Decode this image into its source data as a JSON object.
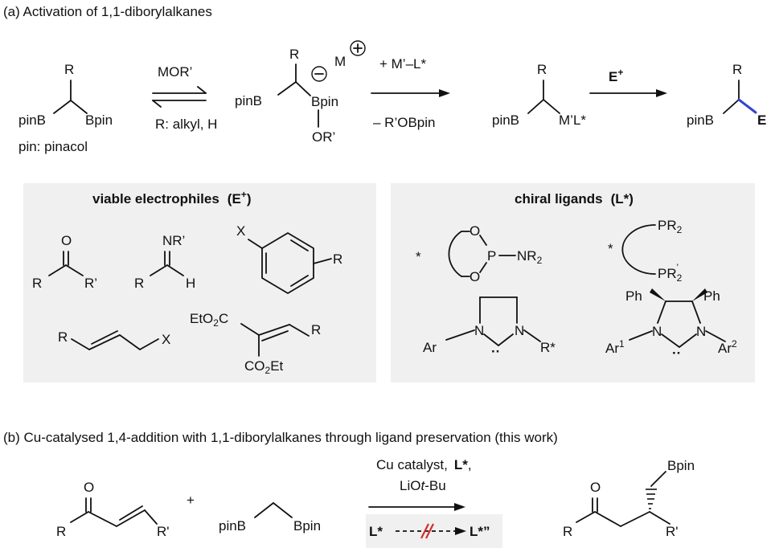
{
  "section_a": {
    "title": "(a) Activation of 1,1-diborylalkanes",
    "substrate": {
      "R": "R",
      "left": "pinB",
      "right": "Bpin",
      "note": "pin: pinacol"
    },
    "step1": {
      "above": "MOR’",
      "below": "R: alkyl, H"
    },
    "ate": {
      "R": "R",
      "left": "pinB",
      "boron": "Bpin",
      "alkoxide": "OR’",
      "minus": "⊖",
      "metal": "M",
      "plus": "⊕"
    },
    "step2": {
      "above": "+ M’–L*",
      "below": "– R’OBpin"
    },
    "organometal": {
      "R": "R",
      "left": "pinB",
      "right": "M’L*"
    },
    "step3": {
      "above": "E",
      "above_sup": "+"
    },
    "product": {
      "R": "R",
      "left": "pinB",
      "right": "E"
    },
    "electrophiles": {
      "title": "viable electrophiles",
      "title_sym": "(E",
      "title_sup": "+",
      "title_close": ")",
      "ketone": {
        "O": "O",
        "left": "R",
        "right": "R’"
      },
      "imine": {
        "N": "NR’",
        "left": "R",
        "right": "H"
      },
      "arene": {
        "X": "X",
        "R": "R"
      },
      "allyl": {
        "R": "R",
        "X": "X"
      },
      "alkylidene": {
        "ester1": "EtO",
        "ester1_sub": "2",
        "ester1_end": "C",
        "ester2": "CO",
        "ester2_sub": "2",
        "ester2_end": "Et",
        "R": "R"
      }
    },
    "ligands": {
      "title": "chiral ligands",
      "title_sym": "(L*)",
      "phosphoramidite": {
        "star": "*",
        "O1": "O",
        "P": "P",
        "O2": "O",
        "N": "NR",
        "N_sub": "2"
      },
      "diphosphine": {
        "star": "*",
        "P1": "PR",
        "P1_sub": "2",
        "P2": "PR",
        "P2_sub": "2",
        "P2_prime": "’"
      },
      "nhc1": {
        "left": "Ar",
        "N1": "N",
        "N2": "N",
        "right": "R*",
        "carbene": "··"
      },
      "nhc2": {
        "ph1": "Ph",
        "ph2": "Ph",
        "left": "Ar",
        "left_sup": "1",
        "N1": "N",
        "N2": "N",
        "right": "Ar",
        "right_sup": "2",
        "carbene": "··"
      }
    }
  },
  "section_b": {
    "title": "(b) Cu-catalysed 1,4-addition with 1,1-diborylalkanes through ligand preservation (this work)",
    "enone": {
      "O": "O",
      "R": "R",
      "R2": "R'"
    },
    "plus": "+",
    "reagent": {
      "left": "pinB",
      "right": "Bpin"
    },
    "conditions_line1": "Cu catalyst,",
    "conditions_ligand": "L*",
    "conditions_comma": ",",
    "conditions_line2_a": "LiO",
    "conditions_line2_b": "t",
    "conditions_line2_c": "-Bu",
    "inset": {
      "left": "L*",
      "right": "L*”"
    },
    "product": {
      "O": "O",
      "R": "R",
      "R2": "R'",
      "boryl": "Bpin"
    }
  },
  "colors": {
    "highlight_bond": "#3344cc",
    "no_conversion_mark": "#d42a2a",
    "panel_background": "#f0f0f0"
  }
}
